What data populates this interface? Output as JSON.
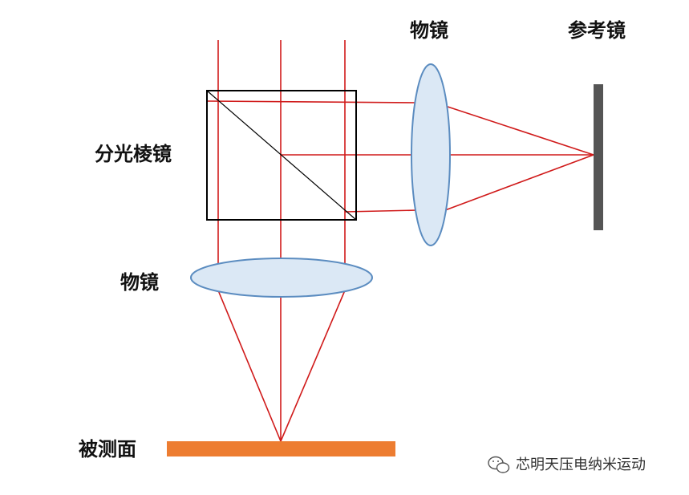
{
  "labels": {
    "beam_splitter": "分光棱镜",
    "objective_top": "物镜",
    "reference_mirror": "参考镜",
    "objective_left": "物镜",
    "sample_surface": "被测面"
  },
  "watermark": {
    "text": "芯明天压电纳米运动",
    "icon": "wechat-icon"
  },
  "colors": {
    "ray": "#d01a1a",
    "lens_fill": "#dbe8f5",
    "lens_stroke": "#5b8cc0",
    "prism_stroke": "#000000",
    "mirror": "#555555",
    "sample": "#ed7d31"
  }
}
